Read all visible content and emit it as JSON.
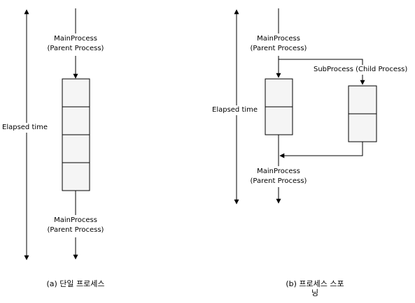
{
  "left": {
    "elapsed_label": "Elapsed time",
    "top_label": [
      "MainProcess",
      "(Parent Process)"
    ],
    "bottom_label": [
      "MainProcess",
      "(Parent Process)"
    ],
    "caption": "(a) 단일 프로세스"
  },
  "right": {
    "elapsed_label": "Elapsed time",
    "top_label": [
      "MainProcess",
      "(Parent Process)"
    ],
    "sub_label": "SubProcess (Child Process)",
    "bottom_label": [
      "MainProcess",
      "(Parent Process)"
    ],
    "caption": "(b) 프로세스 스포닝"
  },
  "colors": {
    "line": "#000000",
    "box_fill": "#f5f5f5",
    "box_stroke": "#000000"
  }
}
